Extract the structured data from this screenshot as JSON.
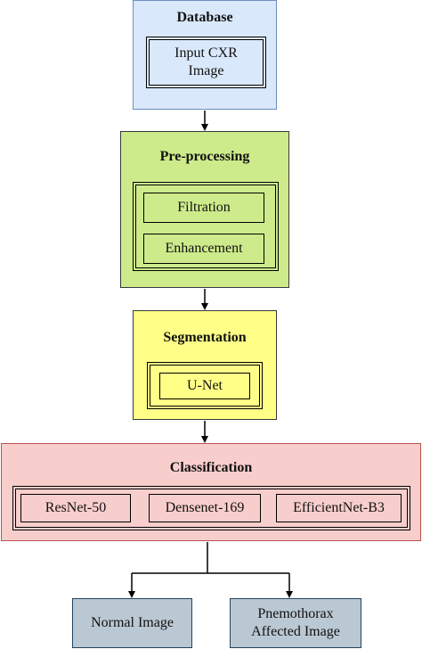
{
  "database": {
    "title": "Database",
    "item_line1": "Input CXR",
    "item_line2": "Image"
  },
  "preprocessing": {
    "title": "Pre-processing",
    "items": [
      "Filtration",
      "Enhancement"
    ]
  },
  "segmentation": {
    "title": "Segmentation",
    "items": [
      "U-Net"
    ]
  },
  "classification": {
    "title": "Classification",
    "items": [
      "ResNet-50",
      "Densenet-169",
      "EfficientNet-B3"
    ]
  },
  "outputs": {
    "normal": "Normal Image",
    "pneumo_line1": "Pnemothorax",
    "pneumo_line2": "Affected Image"
  },
  "colors": {
    "database_fill": "#dae8fc",
    "preprocessing_fill": "#cdeb8b",
    "segmentation_fill": "#ffff88",
    "classification_fill": "#f8cecc",
    "output_fill": "#bac8d3"
  }
}
